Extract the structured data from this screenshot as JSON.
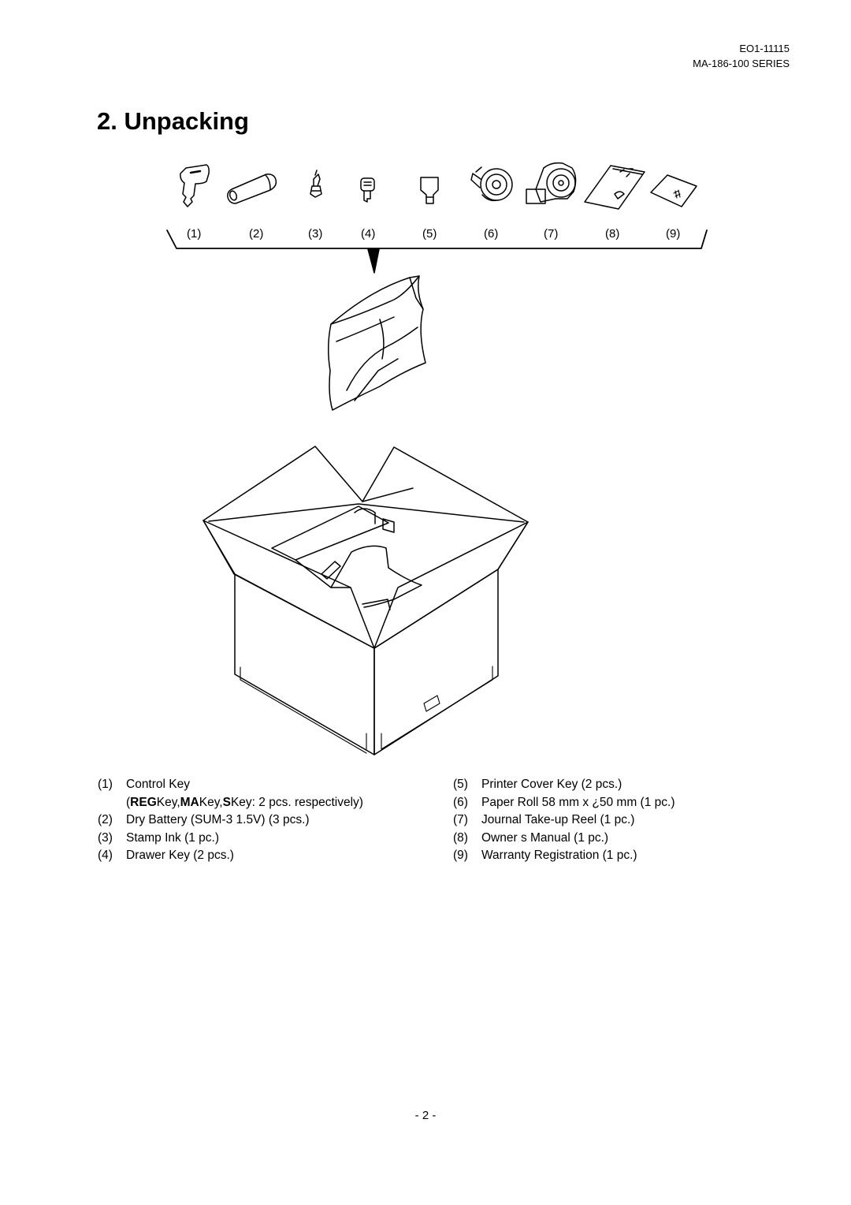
{
  "header": {
    "doc_number": "EO1-11115",
    "series": "MA-186-100 SERIES"
  },
  "title": "2.  Unpacking",
  "accessory_numbers": [
    "(1)",
    "(2)",
    "(3)",
    "(4)",
    "(5)",
    "(6)",
    "(7)",
    "(8)",
    "(9)"
  ],
  "items_left": [
    {
      "num": "(1)",
      "label": "Control Key"
    },
    {
      "num": "(2)",
      "label": "Dry Battery (SUM-3 1.5V) (3 pcs.)"
    },
    {
      "num": "(3)",
      "label": "Stamp Ink (1 pc.)"
    },
    {
      "num": "(4)",
      "label": "Drawer Key (2 pcs.)"
    }
  ],
  "item1_detail": {
    "open": "(",
    "reg": "REG",
    "t1": " Key, ",
    "ma": "MA",
    "t2": " Key, ",
    "s": "S",
    "t3": " Key: 2 pcs. respectively)"
  },
  "items_right": [
    {
      "num": "(5)",
      "label": "Printer Cover Key (2 pcs.)"
    },
    {
      "num": "(6)",
      "label": "Paper Roll 58 mm x ¿50 mm (1 pc.)"
    },
    {
      "num": "(7)",
      "label": "Journal Take-up Reel (1 pc.)"
    },
    {
      "num": "(8)",
      "label": "Owner s Manual (1 pc.)"
    },
    {
      "num": "(9)",
      "label": "Warranty Registration (1 pc.)"
    }
  ],
  "page_number": "- 2 -"
}
